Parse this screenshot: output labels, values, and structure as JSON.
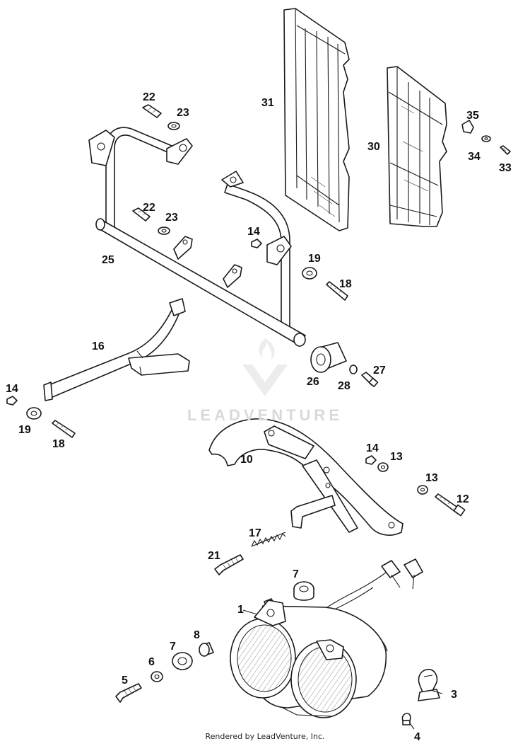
{
  "diagram": {
    "watermark": "LEADVENTURE",
    "credit": "Rendered by LeadVenture, Inc.",
    "callouts": {
      "c1": "1",
      "c3": "3",
      "c4": "4",
      "c5": "5",
      "c6": "6",
      "c7a": "7",
      "c7b": "7",
      "c8": "8",
      "c10": "10",
      "c12": "12",
      "c13a": "13",
      "c13b": "13",
      "c14a": "14",
      "c14b": "14",
      "c14c": "14",
      "c16": "16",
      "c17": "17",
      "c18a": "18",
      "c18b": "18",
      "c19a": "19",
      "c19b": "19",
      "c21": "21",
      "c22a": "22",
      "c22b": "22",
      "c23a": "23",
      "c23b": "23",
      "c25": "25",
      "c26": "26",
      "c27": "27",
      "c28": "28",
      "c30": "30",
      "c31": "31",
      "c33": "33",
      "c34": "34",
      "c35": "35"
    }
  }
}
